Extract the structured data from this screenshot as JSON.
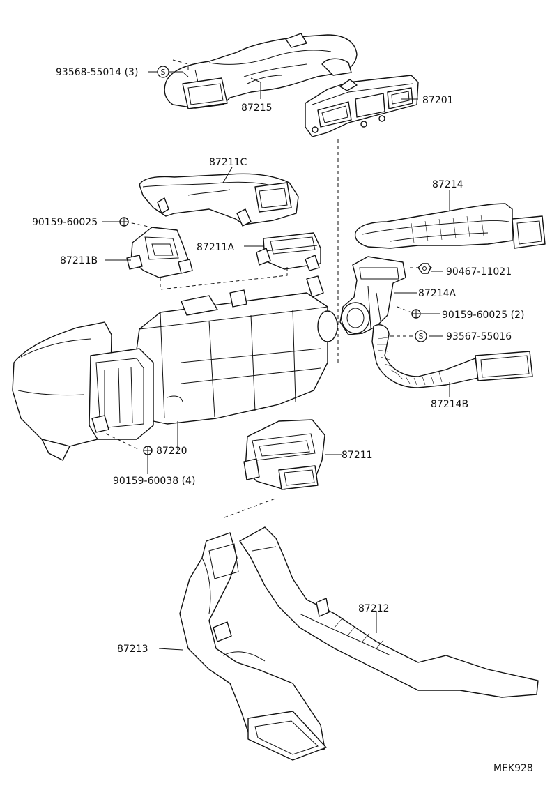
{
  "diagram_id": "MEK928",
  "labels": {
    "p93568": "93568-55014 (3)",
    "p87215": "87215",
    "p87201": "87201",
    "p87211C": "87211C",
    "p87214": "87214",
    "p90159a": "90159-60025",
    "p87211A": "87211A",
    "p87211B": "87211B",
    "p90467": "90467-11021",
    "p87214A": "87214A",
    "p90159b": "90159-60025 (2)",
    "p93567": "93567-55016",
    "p87214B": "87214B",
    "p87220": "87220",
    "p87211": "87211",
    "p90159c": "90159-60038 (4)",
    "p87212": "87212",
    "p87213": "87213"
  },
  "symbols": {
    "clip": "S"
  }
}
